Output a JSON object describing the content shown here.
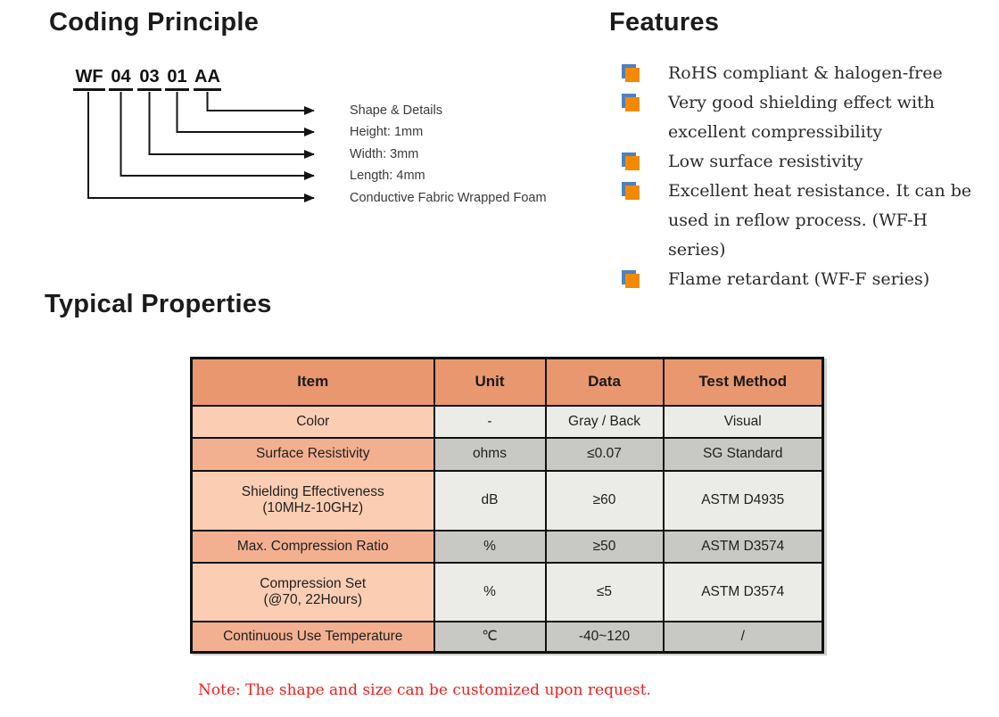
{
  "coding_principle": {
    "title": "Coding Principle",
    "code_segments": [
      "WF",
      "04",
      "03",
      "01",
      "AA"
    ],
    "labels": [
      "Shape & Details",
      "Height: 1mm",
      "Width: 3mm",
      "Length: 4mm",
      "Conductive Fabric Wrapped Foam"
    ]
  },
  "features": {
    "title": "Features",
    "bullet_icon": "orange-blue-square-bullet",
    "bullet_colors": {
      "front": "#F18A00",
      "back": "#4F81BD"
    },
    "items": [
      "RoHS compliant & halogen-free",
      "Very good shielding effect with\nexcellent compressibility",
      "Low surface resistivity",
      "Excellent heat resistance. It can be\nused in reflow process. (WF-H series)",
      "Flame retardant (WF-F series)"
    ]
  },
  "typical_properties": {
    "title": "Typical Properties",
    "table": {
      "headers": [
        "Item",
        "Unit",
        "Data",
        "Test Method"
      ],
      "header_bg": "#E9976F",
      "row_bg": {
        "item_light": "#FBCEB3",
        "item_dark": "#F3B091",
        "cell_light": "#EBEBE7",
        "cell_dark": "#C8C8C4"
      },
      "rows": [
        [
          "Color",
          "-",
          "Gray / Back",
          "Visual"
        ],
        [
          "Surface Resistivity",
          "ohms",
          "≤0.07",
          "SG Standard"
        ],
        [
          "Shielding Effectiveness\n(10MHz-10GHz)",
          "dB",
          "≥60",
          "ASTM D4935"
        ],
        [
          "Max. Compression Ratio",
          "%",
          "≥50",
          "ASTM D3574"
        ],
        [
          "Compression Set\n(@70, 22Hours)",
          "%",
          "≤5",
          "ASTM D3574"
        ],
        [
          "Continuous Use Temperature",
          "℃",
          "-40~120",
          "/"
        ]
      ]
    },
    "note": "Note: The shape and size can be customized upon request.",
    "note_color": "#F01E1E"
  }
}
